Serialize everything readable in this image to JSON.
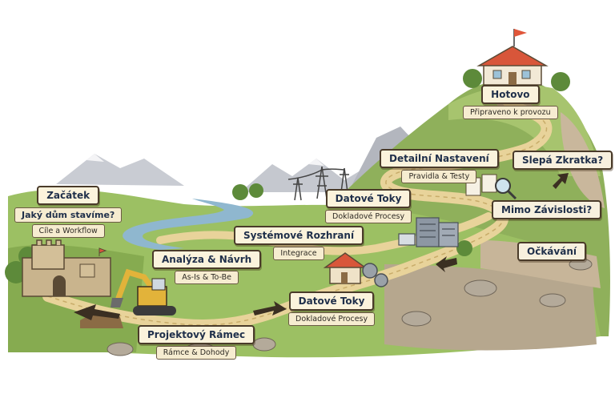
{
  "labels": {
    "start": {
      "title": "Začátek",
      "question": "Jaký dům stavíme?",
      "subtitle": "Cíle a Workflow"
    },
    "framework": {
      "title": "Projektový Rámec",
      "subtitle": "Rámce & Dohody"
    },
    "analysis": {
      "title": "Analýza & Návrh",
      "subtitle": "As-Is & To-Be"
    },
    "data_flows_1": {
      "title": "Datové Toky",
      "subtitle": "Dokladové Procesy"
    },
    "interfaces": {
      "title": "Systémové Rozhraní",
      "subtitle": "Integrace"
    },
    "data_flows_2": {
      "title": "Datové Toky",
      "subtitle": "Dokladové Procesy"
    },
    "detail": {
      "title": "Detailní Nastavení",
      "subtitle": "Pravidla & Testy"
    },
    "done": {
      "title": "Hotovo",
      "subtitle": "Připraveno k provozu"
    }
  },
  "signs": {
    "shortcut": "Slepá Zkratka?",
    "dependencies": "Mimo Závislosti?",
    "waiting": "Očkávání"
  },
  "colors": {
    "sky": "#ffffff",
    "grass": "#9cc063",
    "path": "#e8d39a",
    "river": "#8fb7cf",
    "mountain": "#b9bcc4",
    "roof": "#d8563a"
  }
}
